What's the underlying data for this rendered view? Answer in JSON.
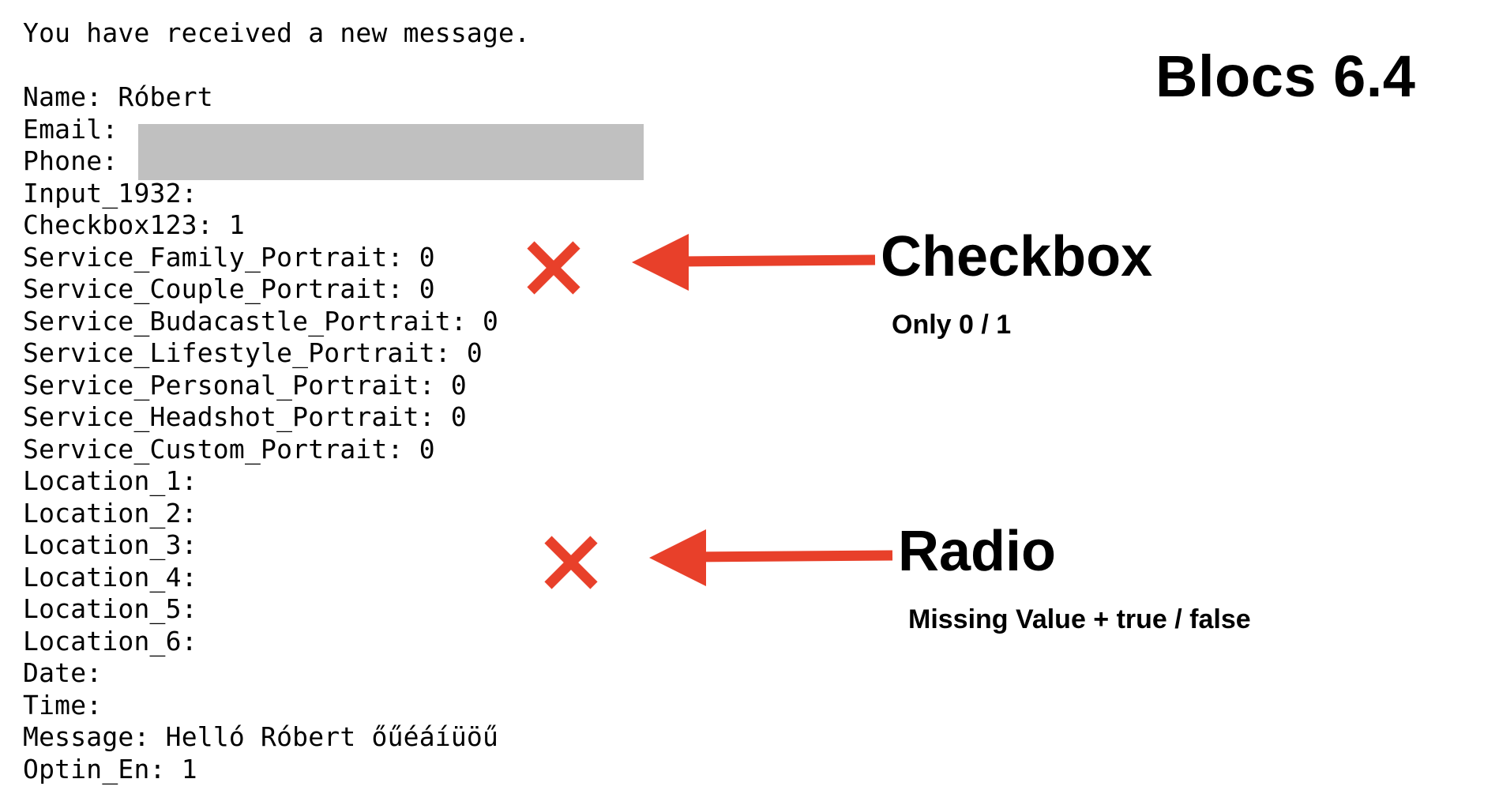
{
  "email": {
    "intro": "You have received a new message.",
    "fields": [
      {
        "label": "Name",
        "value": "Róbert"
      },
      {
        "label": "Email",
        "value": ""
      },
      {
        "label": "Phone",
        "value": ""
      },
      {
        "label": "Input_1932",
        "value": ""
      },
      {
        "label": "Checkbox123",
        "value": "1"
      },
      {
        "label": "Service_Family_Portrait",
        "value": "0"
      },
      {
        "label": "Service_Couple_Portrait",
        "value": "0"
      },
      {
        "label": "Service_Budacastle_Portrait",
        "value": "0"
      },
      {
        "label": "Service_Lifestyle_Portrait",
        "value": "0"
      },
      {
        "label": "Service_Personal_Portrait",
        "value": "0"
      },
      {
        "label": "Service_Headshot_Portrait",
        "value": "0"
      },
      {
        "label": "Service_Custom_Portrait",
        "value": "0"
      },
      {
        "label": "Location_1",
        "value": ""
      },
      {
        "label": "Location_2",
        "value": ""
      },
      {
        "label": "Location_3",
        "value": ""
      },
      {
        "label": "Location_4",
        "value": ""
      },
      {
        "label": "Location_5",
        "value": ""
      },
      {
        "label": "Location_6",
        "value": ""
      },
      {
        "label": "Date",
        "value": ""
      },
      {
        "label": "Time",
        "value": ""
      },
      {
        "label": "Message",
        "value": "Helló Róbert őűéáíüöű"
      },
      {
        "label": "Optin_En",
        "value": "1"
      }
    ]
  },
  "annotations": {
    "title": "Blocs 6.4",
    "checkbox": {
      "label": "Checkbox",
      "note": "Only 0 / 1"
    },
    "radio": {
      "label": "Radio",
      "note": "Missing Value + true / false"
    }
  },
  "colors": {
    "annotation_red": "#e8402a",
    "redaction_gray": "#c0c0c0"
  }
}
